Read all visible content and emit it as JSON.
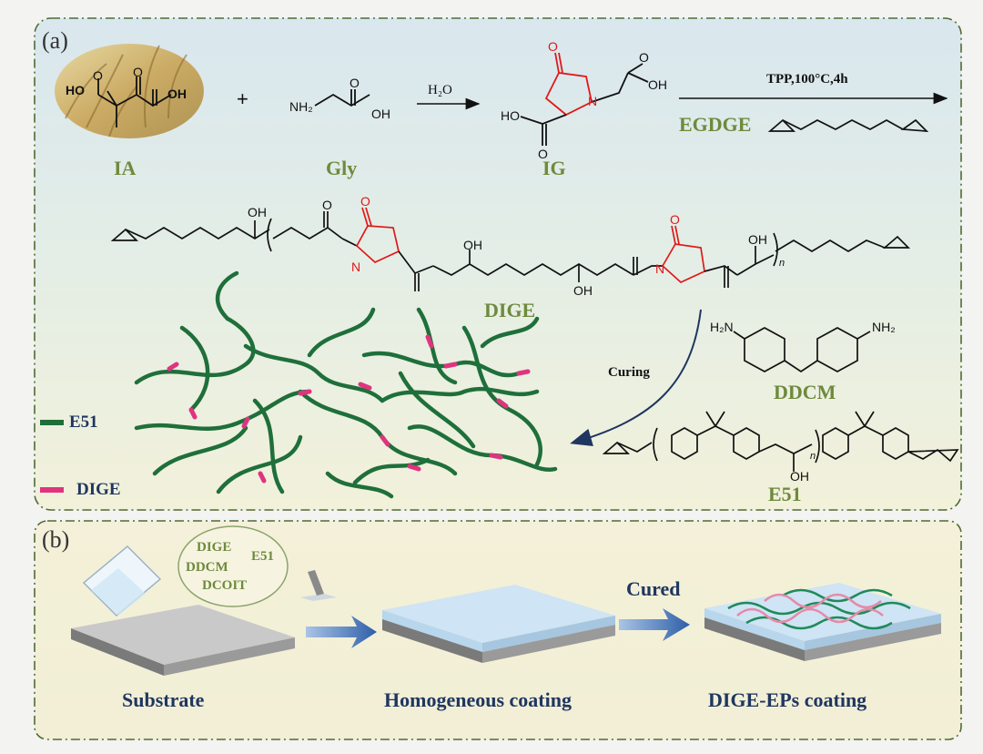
{
  "panel_a": {
    "tag": "(a)",
    "labels": {
      "ia": "IA",
      "gly": "Gly",
      "ig": "IG",
      "egdge": "EGDGE",
      "dige": "DIGE",
      "ddcm": "DDCM",
      "e51": "E51"
    },
    "plus": "+",
    "arrow_water": "H₂O",
    "arrow_conditions": "TPP,100°C,4h",
    "curing": "Curing",
    "legend": [
      {
        "label": "E51",
        "color": "#1f6f3a"
      },
      {
        "label": "DIGE",
        "color": "#e0337f"
      }
    ],
    "atoms": {
      "ho": "HO",
      "oh": "OH",
      "nh2": "NH₂",
      "h2n": "H₂N",
      "o": "O",
      "n": "N",
      "n_sub": "n"
    }
  },
  "panel_b": {
    "tag": "(b)",
    "bubble": [
      "DIGE",
      "E51",
      "DDCM",
      "DCOIT"
    ],
    "cured": "Cured",
    "steps": [
      "Substrate",
      "Homogeneous coating",
      "DIGE-EPs coating"
    ]
  },
  "colors": {
    "green_text": "#6e8a3c",
    "navy_text": "#1f3660",
    "chain_green": "#1f6f3a",
    "chain_pink": "#e0337f",
    "ring_red": "#e01818",
    "frame_dash": "#4f6b33"
  }
}
